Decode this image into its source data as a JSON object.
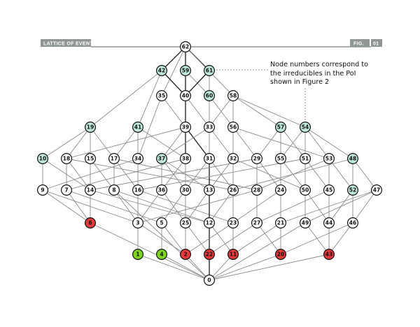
{
  "header": {
    "title": "LATTICE OF EVENTS",
    "fig_label": "FIG.",
    "fig_number": "01"
  },
  "annotation": {
    "lines": [
      "Node numbers correspond to",
      "the irreducibles in the PoI",
      "shown in Figure 2"
    ]
  },
  "colors": {
    "header_bar": "#8f9693",
    "white_node": "#ffffff",
    "teal_node": "#bfe8d8",
    "green_node": "#7ed321",
    "red_node": "#e23a3a",
    "edge": "#8a8a8a",
    "node_stroke": "#111111"
  },
  "chart_data": {
    "type": "diagram",
    "nodes": [
      {
        "id": "62",
        "label": "62",
        "kind": "white"
      },
      {
        "id": "42",
        "label": "42",
        "kind": "teal"
      },
      {
        "id": "59",
        "label": "59",
        "kind": "teal"
      },
      {
        "id": "61",
        "label": "61",
        "kind": "teal"
      },
      {
        "id": "35",
        "label": "35",
        "kind": "white"
      },
      {
        "id": "40",
        "label": "40",
        "kind": "white"
      },
      {
        "id": "60",
        "label": "60",
        "kind": "teal"
      },
      {
        "id": "58",
        "label": "58",
        "kind": "white"
      },
      {
        "id": "19",
        "label": "19",
        "kind": "teal"
      },
      {
        "id": "41",
        "label": "41",
        "kind": "teal"
      },
      {
        "id": "39",
        "label": "39",
        "kind": "white"
      },
      {
        "id": "33",
        "label": "33",
        "kind": "white"
      },
      {
        "id": "56",
        "label": "56",
        "kind": "white"
      },
      {
        "id": "57",
        "label": "57",
        "kind": "teal"
      },
      {
        "id": "54",
        "label": "54",
        "kind": "teal"
      },
      {
        "id": "10",
        "label": "10",
        "kind": "teal"
      },
      {
        "id": "18",
        "label": "18",
        "kind": "white"
      },
      {
        "id": "15",
        "label": "15",
        "kind": "white"
      },
      {
        "id": "17",
        "label": "17",
        "kind": "white"
      },
      {
        "id": "34",
        "label": "34",
        "kind": "white"
      },
      {
        "id": "37",
        "label": "37",
        "kind": "teal"
      },
      {
        "id": "38",
        "label": "38",
        "kind": "white"
      },
      {
        "id": "31",
        "label": "31",
        "kind": "white"
      },
      {
        "id": "32",
        "label": "32",
        "kind": "white"
      },
      {
        "id": "29",
        "label": "29",
        "kind": "white"
      },
      {
        "id": "55",
        "label": "55",
        "kind": "white"
      },
      {
        "id": "51",
        "label": "51",
        "kind": "white"
      },
      {
        "id": "53",
        "label": "53",
        "kind": "white"
      },
      {
        "id": "48",
        "label": "48",
        "kind": "teal"
      },
      {
        "id": "9",
        "label": "9",
        "kind": "white"
      },
      {
        "id": "7",
        "label": "7",
        "kind": "white"
      },
      {
        "id": "14",
        "label": "14",
        "kind": "white"
      },
      {
        "id": "16",
        "label": "16",
        "kind": "white"
      },
      {
        "id": "36",
        "label": "36",
        "kind": "white"
      },
      {
        "id": "30",
        "label": "30",
        "kind": "white"
      },
      {
        "id": "13",
        "label": "13",
        "kind": "white"
      },
      {
        "id": "26",
        "label": "26",
        "kind": "white"
      },
      {
        "id": "28",
        "label": "28",
        "kind": "white"
      },
      {
        "id": "24",
        "label": "24",
        "kind": "white"
      },
      {
        "id": "50",
        "label": "50",
        "kind": "white"
      },
      {
        "id": "45",
        "label": "45",
        "kind": "white"
      },
      {
        "id": "52",
        "label": "52",
        "kind": "teal"
      },
      {
        "id": "47",
        "label": "47",
        "kind": "white"
      },
      {
        "id": "6",
        "label": "6",
        "kind": "red"
      },
      {
        "id": "8",
        "label": "8",
        "kind": "white"
      },
      {
        "id": "3",
        "label": "3",
        "kind": "white"
      },
      {
        "id": "5",
        "label": "5",
        "kind": "white"
      },
      {
        "id": "25",
        "label": "25",
        "kind": "white"
      },
      {
        "id": "12",
        "label": "12",
        "kind": "white"
      },
      {
        "id": "23",
        "label": "23",
        "kind": "white"
      },
      {
        "id": "27",
        "label": "27",
        "kind": "white"
      },
      {
        "id": "21",
        "label": "21",
        "kind": "white"
      },
      {
        "id": "49",
        "label": "49",
        "kind": "white"
      },
      {
        "id": "44",
        "label": "44",
        "kind": "white"
      },
      {
        "id": "46",
        "label": "46",
        "kind": "white"
      },
      {
        "id": "1",
        "label": "1",
        "kind": "green"
      },
      {
        "id": "4",
        "label": "4",
        "kind": "green"
      },
      {
        "id": "2",
        "label": "2",
        "kind": "red"
      },
      {
        "id": "22",
        "label": "22",
        "kind": "red"
      },
      {
        "id": "11",
        "label": "11",
        "kind": "red"
      },
      {
        "id": "20",
        "label": "20",
        "kind": "red"
      },
      {
        "id": "43",
        "label": "43",
        "kind": "red"
      },
      {
        "id": "0",
        "label": "0",
        "kind": "white"
      }
    ],
    "edges": [
      [
        "62",
        "42"
      ],
      [
        "62",
        "59"
      ],
      [
        "62",
        "61"
      ],
      [
        "62",
        "35"
      ],
      [
        "62",
        "58"
      ],
      [
        "42",
        "40"
      ],
      [
        "42",
        "19"
      ],
      [
        "42",
        "41"
      ],
      [
        "59",
        "40"
      ],
      [
        "59",
        "60"
      ],
      [
        "61",
        "40"
      ],
      [
        "61",
        "60"
      ],
      [
        "35",
        "34"
      ],
      [
        "35",
        "39"
      ],
      [
        "40",
        "39"
      ],
      [
        "40",
        "33"
      ],
      [
        "60",
        "33"
      ],
      [
        "60",
        "56"
      ],
      [
        "58",
        "33"
      ],
      [
        "58",
        "56"
      ],
      [
        "58",
        "57"
      ],
      [
        "58",
        "54"
      ],
      [
        "19",
        "10"
      ],
      [
        "19",
        "18"
      ],
      [
        "19",
        "15"
      ],
      [
        "19",
        "17"
      ],
      [
        "41",
        "34"
      ],
      [
        "41",
        "38"
      ],
      [
        "41",
        "17"
      ],
      [
        "39",
        "37"
      ],
      [
        "39",
        "38"
      ],
      [
        "39",
        "31"
      ],
      [
        "39",
        "18"
      ],
      [
        "33",
        "31"
      ],
      [
        "33",
        "32"
      ],
      [
        "33",
        "37"
      ],
      [
        "56",
        "32"
      ],
      [
        "56",
        "29"
      ],
      [
        "56",
        "53"
      ],
      [
        "57",
        "55"
      ],
      [
        "57",
        "51"
      ],
      [
        "57",
        "29"
      ],
      [
        "54",
        "51"
      ],
      [
        "54",
        "53"
      ],
      [
        "54",
        "48"
      ],
      [
        "54",
        "55"
      ],
      [
        "10",
        "9"
      ],
      [
        "10",
        "14"
      ],
      [
        "18",
        "7"
      ],
      [
        "18",
        "14"
      ],
      [
        "18",
        "26"
      ],
      [
        "15",
        "14"
      ],
      [
        "15",
        "8"
      ],
      [
        "17",
        "8"
      ],
      [
        "17",
        "16"
      ],
      [
        "17",
        "28"
      ],
      [
        "34",
        "16"
      ],
      [
        "34",
        "9"
      ],
      [
        "37",
        "36"
      ],
      [
        "37",
        "30"
      ],
      [
        "37",
        "13"
      ],
      [
        "38",
        "36"
      ],
      [
        "38",
        "30"
      ],
      [
        "38",
        "7"
      ],
      [
        "31",
        "13"
      ],
      [
        "31",
        "30"
      ],
      [
        "31",
        "26"
      ],
      [
        "32",
        "13"
      ],
      [
        "32",
        "26"
      ],
      [
        "32",
        "50"
      ],
      [
        "29",
        "28"
      ],
      [
        "29",
        "24"
      ],
      [
        "29",
        "14"
      ],
      [
        "55",
        "24"
      ],
      [
        "55",
        "50"
      ],
      [
        "51",
        "50"
      ],
      [
        "51",
        "45"
      ],
      [
        "51",
        "16"
      ],
      [
        "53",
        "45"
      ],
      [
        "53",
        "52"
      ],
      [
        "53",
        "28"
      ],
      [
        "48",
        "47"
      ],
      [
        "48",
        "52"
      ],
      [
        "48",
        "26"
      ],
      [
        "9",
        "6"
      ],
      [
        "9",
        "3"
      ],
      [
        "7",
        "6"
      ],
      [
        "7",
        "5"
      ],
      [
        "14",
        "6"
      ],
      [
        "14",
        "12"
      ],
      [
        "16",
        "3"
      ],
      [
        "16",
        "23"
      ],
      [
        "36",
        "3"
      ],
      [
        "36",
        "25"
      ],
      [
        "30",
        "5"
      ],
      [
        "30",
        "25"
      ],
      [
        "13",
        "12"
      ],
      [
        "13",
        "25"
      ],
      [
        "26",
        "12"
      ],
      [
        "26",
        "23"
      ],
      [
        "28",
        "27"
      ],
      [
        "28",
        "3"
      ],
      [
        "24",
        "21"
      ],
      [
        "24",
        "23"
      ],
      [
        "50",
        "49"
      ],
      [
        "50",
        "44"
      ],
      [
        "45",
        "44"
      ],
      [
        "45",
        "27"
      ],
      [
        "52",
        "46"
      ],
      [
        "52",
        "44"
      ],
      [
        "47",
        "46"
      ],
      [
        "47",
        "21"
      ],
      [
        "47",
        "49"
      ],
      [
        "8",
        "3"
      ],
      [
        "8",
        "12"
      ],
      [
        "3",
        "1"
      ],
      [
        "3",
        "2"
      ],
      [
        "5",
        "4"
      ],
      [
        "5",
        "2"
      ],
      [
        "25",
        "2"
      ],
      [
        "25",
        "22"
      ],
      [
        "12",
        "22"
      ],
      [
        "12",
        "11"
      ],
      [
        "23",
        "11"
      ],
      [
        "23",
        "2"
      ],
      [
        "27",
        "20"
      ],
      [
        "27",
        "22"
      ],
      [
        "21",
        "20"
      ],
      [
        "21",
        "11"
      ],
      [
        "49",
        "43"
      ],
      [
        "44",
        "43"
      ],
      [
        "46",
        "43"
      ],
      [
        "46",
        "20"
      ],
      [
        "1",
        "0"
      ],
      [
        "4",
        "0"
      ],
      [
        "6",
        "0"
      ],
      [
        "2",
        "0"
      ],
      [
        "22",
        "0"
      ],
      [
        "11",
        "0"
      ],
      [
        "20",
        "0"
      ],
      [
        "43",
        "0"
      ],
      [
        "8",
        "0"
      ],
      [
        "49",
        "0"
      ]
    ],
    "highlight_edges": [
      [
        "62",
        "42"
      ],
      [
        "62",
        "59"
      ],
      [
        "62",
        "61"
      ],
      [
        "42",
        "40"
      ],
      [
        "59",
        "40"
      ],
      [
        "61",
        "40"
      ],
      [
        "40",
        "39"
      ],
      [
        "39",
        "38"
      ],
      [
        "39",
        "31"
      ],
      [
        "31",
        "13"
      ],
      [
        "13",
        "12"
      ],
      [
        "12",
        "22"
      ],
      [
        "22",
        "0"
      ]
    ]
  }
}
